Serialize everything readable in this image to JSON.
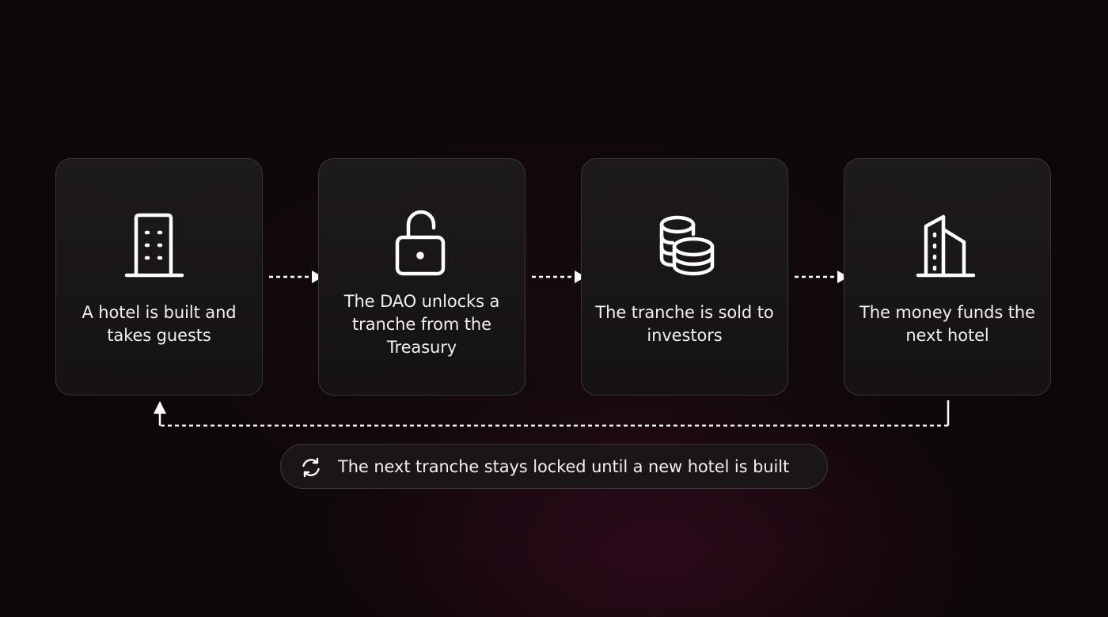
{
  "steps": [
    {
      "label": "A hotel is built and takes guests",
      "icon": "building-icon"
    },
    {
      "label": "The DAO unlocks a tranche from the Treasury",
      "icon": "unlocked-padlock-icon"
    },
    {
      "label": "The tranche is sold to investors",
      "icon": "coins-stack-icon"
    },
    {
      "label": "The money funds the next hotel",
      "icon": "new-building-icon"
    }
  ],
  "note": {
    "icon": "refresh-cycle-icon",
    "text": "The next tranche stays locked until a new hotel is built"
  },
  "colors": {
    "background": "#0c0709",
    "card": "#1a1719",
    "card_border": "#3a3538",
    "text": "#f2eff1",
    "accent_glow": "#460c26"
  }
}
